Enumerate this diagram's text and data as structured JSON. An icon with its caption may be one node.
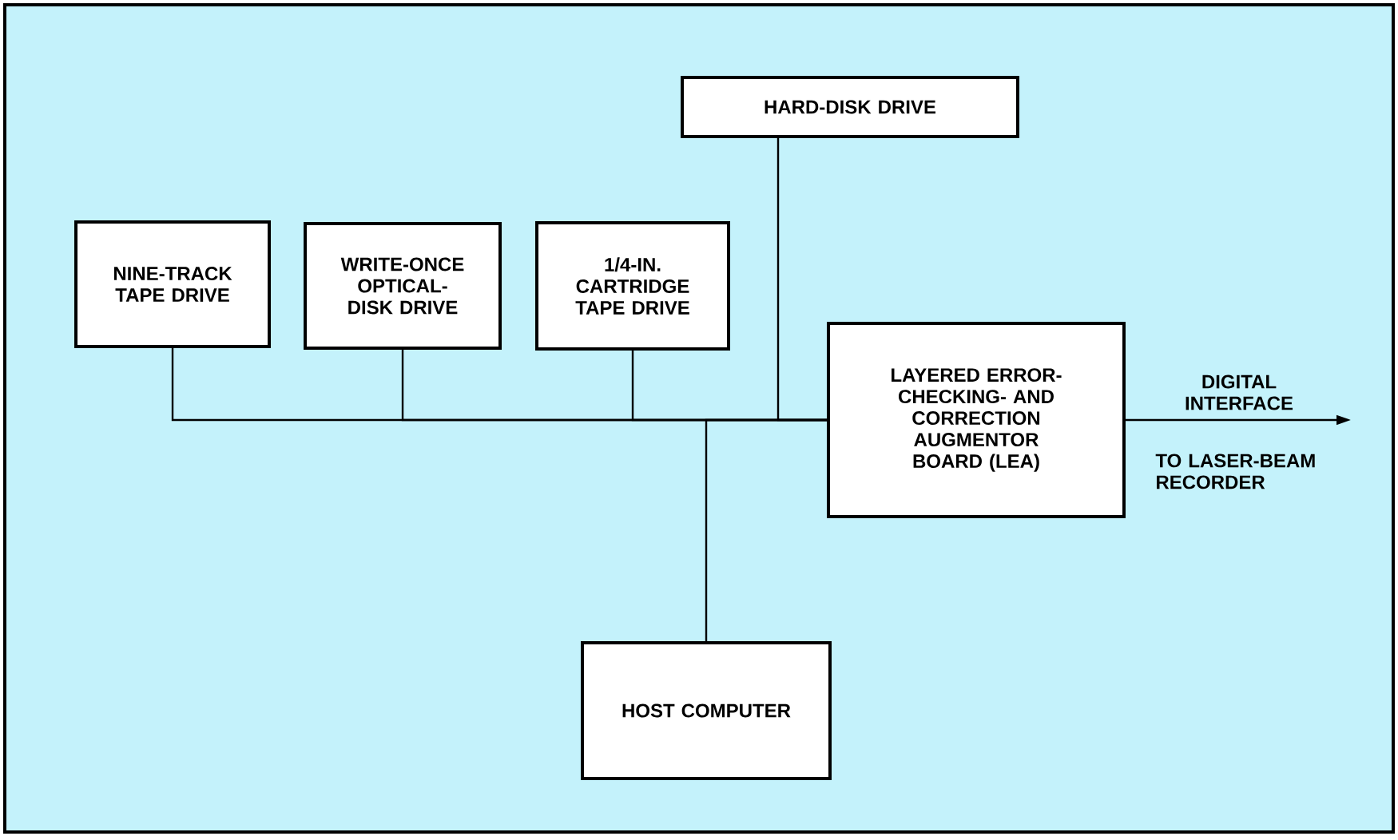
{
  "diagram": {
    "nodes": [
      {
        "text": [
          "HARD-DISK DRIVE"
        ]
      },
      {
        "text": [
          "NINE-TRACK TAPE DRIVE"
        ]
      },
      {
        "text": [
          "WRITE-ONCE OPTICAL-DISK DRIVE"
        ]
      },
      {
        "text": [
          "1/4-IN. CARTRIDGE TAPE DRIVE"
        ]
      },
      {
        "text": [
          "LAYERED ERROR-CHECKING- AND CORRECTION AUGMENTOR BOARD (LEA)"
        ]
      },
      {
        "text": [
          "HOST COMPUTER"
        ]
      }
    ],
    "edges": [
      {
        "from": 1,
        "to": 4,
        "arrow": "none"
      },
      {
        "from": 2,
        "to": 4,
        "arrow": "none"
      },
      {
        "from": 3,
        "to": 4,
        "arrow": "none"
      },
      {
        "from": 0,
        "to": 4,
        "arrow": "none"
      },
      {
        "from": 5,
        "to": 4,
        "arrow": "none"
      },
      {
        "from": 4,
        "to": null,
        "arrow": "to",
        "label": "DIGITAL INTERFACE"
      }
    ],
    "labels": [
      "TO LASER-BEAM RECORDER"
    ]
  }
}
